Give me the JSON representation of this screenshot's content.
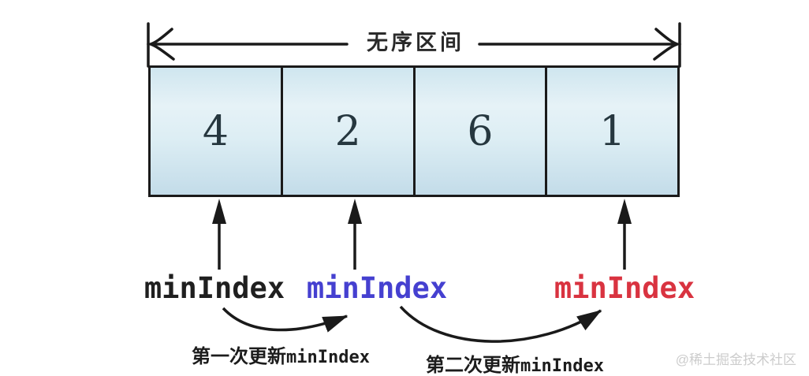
{
  "diagram": {
    "interval_label": "无序区间",
    "boxes": [
      "4",
      "2",
      "6",
      "1"
    ],
    "pointers": [
      {
        "label": "minIndex",
        "color": "#1f1f1f"
      },
      {
        "label": "minIndex",
        "color": "#4540d0"
      },
      {
        "label": "minIndex",
        "color": "#d93340"
      }
    ],
    "update_captions": [
      {
        "prefix": "第一次更新",
        "code": "minIndex"
      },
      {
        "prefix": "第二次更新",
        "code": "minIndex"
      }
    ],
    "watermark": "@稀土掘金技术社区",
    "colors": {
      "arrow": "#1a1a1a",
      "box_border": "#1a1a1a",
      "box_fill_top": "#cfe6ef",
      "box_fill_bottom": "#c3dce9"
    }
  }
}
